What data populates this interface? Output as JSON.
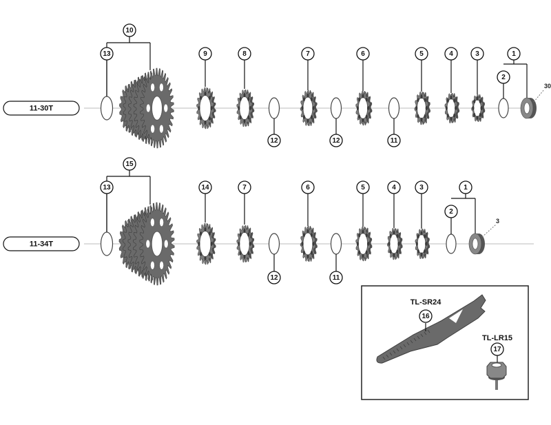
{
  "rows": [
    {
      "badge": "11-30T",
      "reference": "30",
      "callouts": [
        "10",
        "13",
        "9",
        "8",
        "7",
        "6",
        "5",
        "4",
        "3",
        "1",
        "2",
        "12",
        "12",
        "11"
      ]
    },
    {
      "badge": "11-34T",
      "reference": "3",
      "callouts": [
        "15",
        "13",
        "14",
        "7",
        "6",
        "5",
        "4",
        "3",
        "1",
        "2",
        "12",
        "11"
      ]
    }
  ],
  "tools": {
    "spanner": {
      "name": "TL-SR24",
      "callout": "16"
    },
    "lockring_tool": {
      "name": "TL-LR15",
      "callout": "17"
    }
  },
  "colors": {
    "part_fill": "#6d6d6d",
    "line": "#111111",
    "axis": "#bbbbbb"
  }
}
